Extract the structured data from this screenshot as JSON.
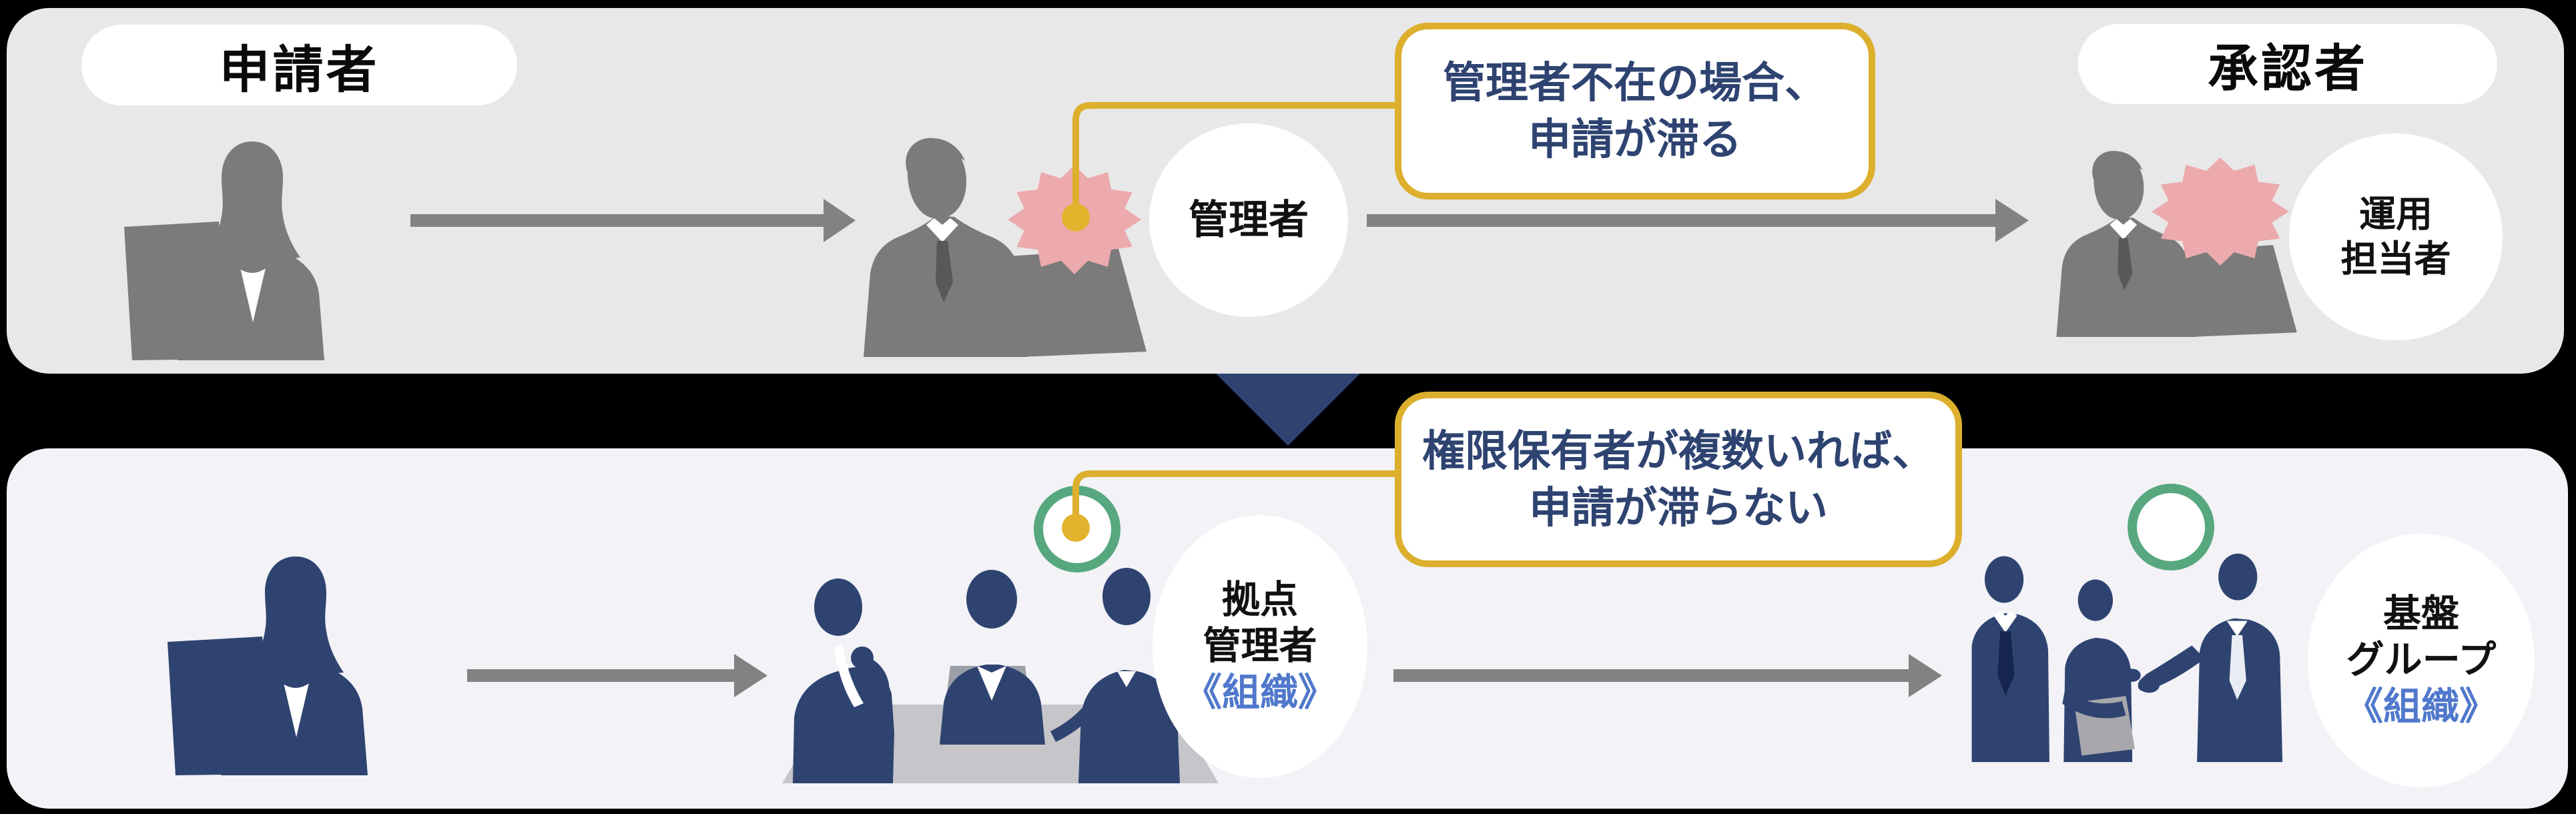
{
  "diagram": {
    "before": {
      "applicant_label": "申請者",
      "approver_label": "承認者",
      "manager_circle_label": "管理者",
      "operator_circle": {
        "line1": "運用",
        "line2": "担当者"
      },
      "callout": {
        "line1": "管理者不在の場合、",
        "line2": "申請が滞る"
      }
    },
    "after": {
      "site_manager_circle": {
        "line1": "拠点",
        "line2": "管理者",
        "line3": "《組織》"
      },
      "infra_group_circle": {
        "line1": "基盤",
        "line2": "グループ",
        "line3": "《組織》"
      },
      "callout": {
        "line1": "権限保有者が複数いれば、",
        "line2": "申請が滞らない"
      }
    },
    "colors": {
      "page_bg": "#000000",
      "top_panel_bg": "#e8e8e8",
      "bottom_panel_bg": "#f2f2f7",
      "gray_silhouette": "#7b7b7b",
      "navy_silhouette": "#2e4370",
      "arrow_gray": "#828282",
      "alert_pink": "#ecaaad",
      "accent_yellow": "#dcaf2d",
      "ok_green": "#57a77f",
      "callout_text": "#2e4370",
      "organization_blue": "#5078cc",
      "table_gray": "#c0c0c4",
      "label_text": "#0a0a0a"
    }
  }
}
